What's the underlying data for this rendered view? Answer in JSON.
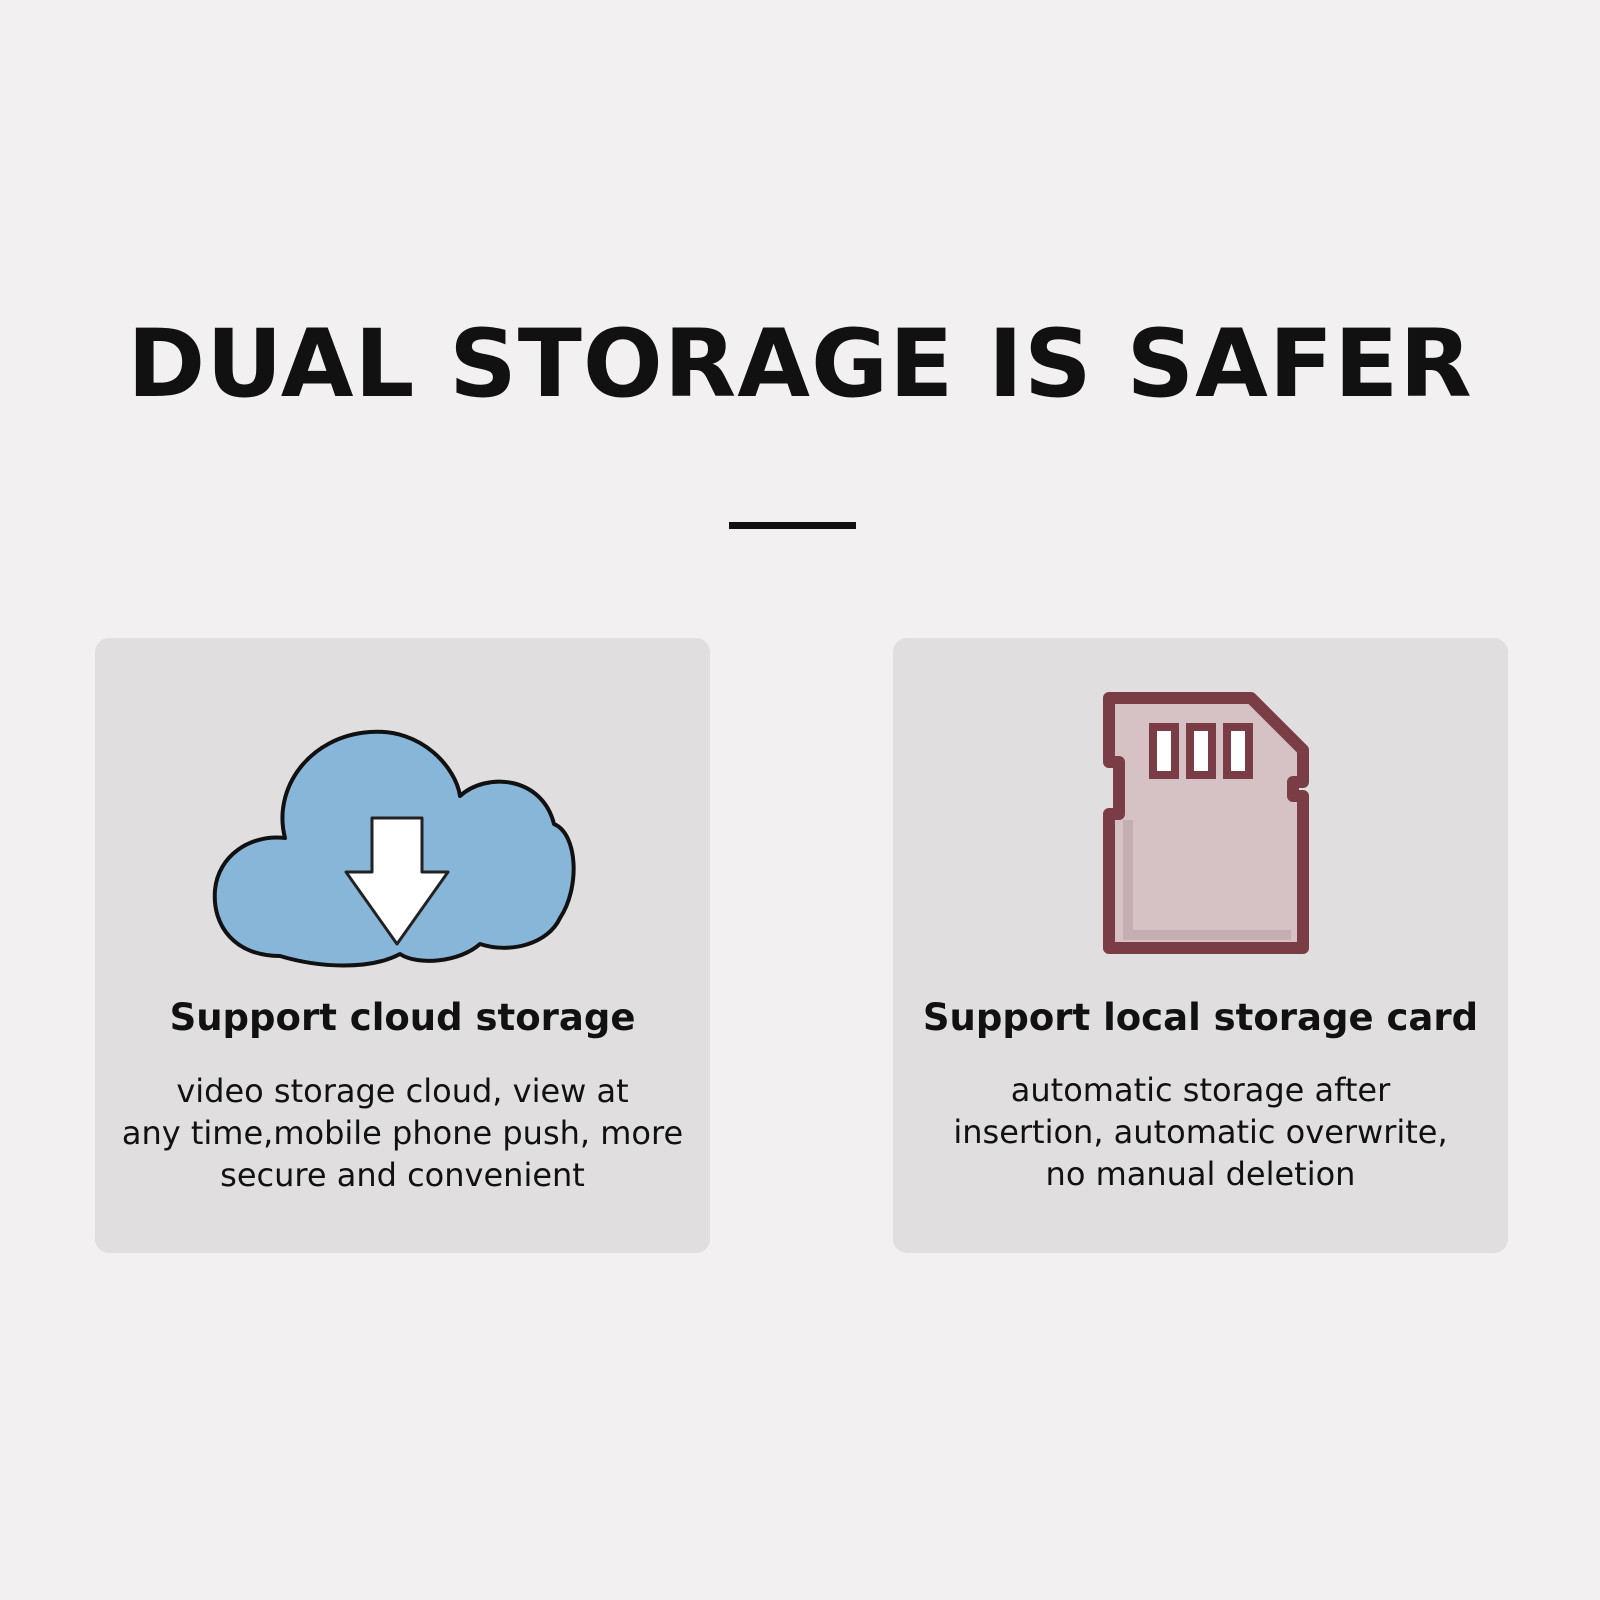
{
  "header": {
    "title": "DUAL STORAGE IS SAFER"
  },
  "cards": [
    {
      "icon": "cloud-download-icon",
      "title": "Support cloud storage",
      "description": "video storage cloud, view at\nany time,mobile phone push, more\nsecure and convenient",
      "icon_color": "#88b6d9"
    },
    {
      "icon": "sd-card-icon",
      "title": "Support local storage card",
      "description": "automatic storage after\ninsertion, automatic overwrite,\nno manual deletion",
      "icon_color": "#d6c2c5",
      "icon_outline": "#7b3d45"
    }
  ]
}
